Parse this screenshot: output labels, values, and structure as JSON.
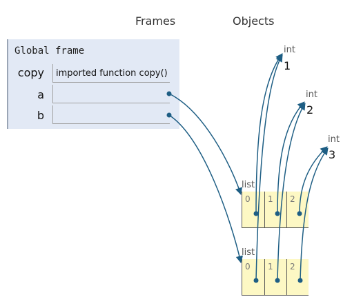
{
  "headers": {
    "frames": "Frames",
    "objects": "Objects"
  },
  "frame": {
    "title": "Global frame",
    "vars": [
      {
        "name": "copy",
        "value": "imported function copy()"
      },
      {
        "name": "a",
        "value": ""
      },
      {
        "name": "b",
        "value": ""
      }
    ]
  },
  "objects": {
    "ints": [
      {
        "type": "int",
        "value": "1"
      },
      {
        "type": "int",
        "value": "2"
      },
      {
        "type": "int",
        "value": "3"
      }
    ],
    "lists": [
      {
        "type": "list",
        "indices": [
          "0",
          "1",
          "2"
        ]
      },
      {
        "type": "list",
        "indices": [
          "0",
          "1",
          "2"
        ]
      }
    ]
  },
  "colors": {
    "arrow": "#1e5e84",
    "frame_bg": "#e2e9f5",
    "list_bg": "#fdf8c4"
  }
}
